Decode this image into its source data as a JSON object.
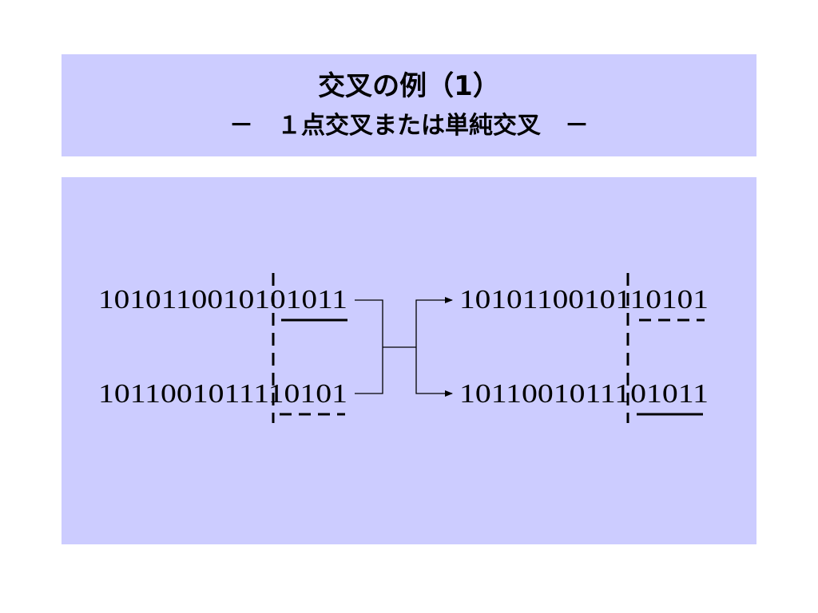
{
  "title": {
    "line1": "交叉の例（1）",
    "line2": "－　１点交叉または単純交叉　－"
  },
  "parents": [
    "1010110010101011",
    "1011001011110101"
  ],
  "children": [
    "1010110010110101",
    "1011001011101011"
  ]
}
